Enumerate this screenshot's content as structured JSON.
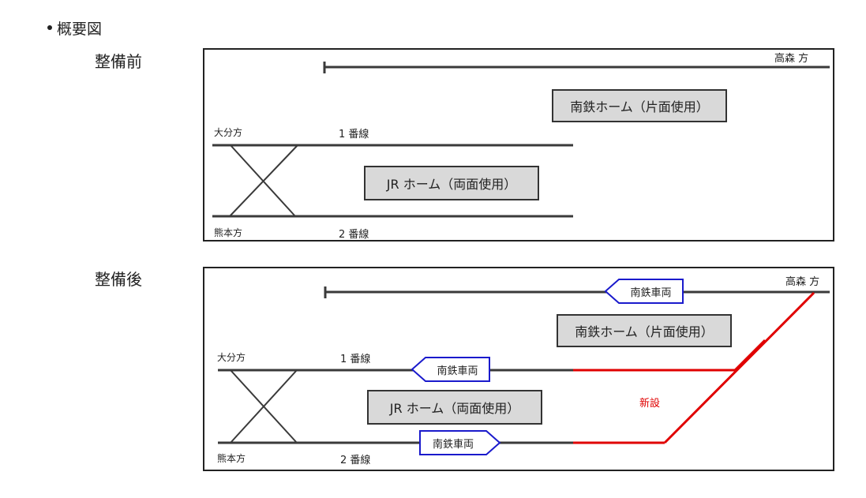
{
  "heading": "概要図",
  "before": {
    "label": "整備前",
    "direction_takamori": "高森 方",
    "direction_oita": "大分方",
    "direction_kumamoto": "熊本方",
    "track1": "1 番線",
    "track2": "2 番線",
    "nantetsu_platform": "南鉄ホーム（片面使用）",
    "jr_platform": "JR ホーム（両面使用）"
  },
  "after": {
    "label": "整備後",
    "direction_takamori": "高森 方",
    "direction_oita": "大分方",
    "direction_kumamoto": "熊本方",
    "track1": "1 番線",
    "track2": "2 番線",
    "nantetsu_platform": "南鉄ホーム（片面使用）",
    "jr_platform": "JR ホーム（両面使用）",
    "train_top": "南鉄車両",
    "train_track1": "南鉄車両",
    "train_track2": "南鉄車両",
    "new_label": "新設"
  },
  "colors": {
    "track": "#3a3a3a",
    "new_track": "#e00000",
    "train_outline": "#1a1acc",
    "platform_fill": "#d9d9d9"
  }
}
